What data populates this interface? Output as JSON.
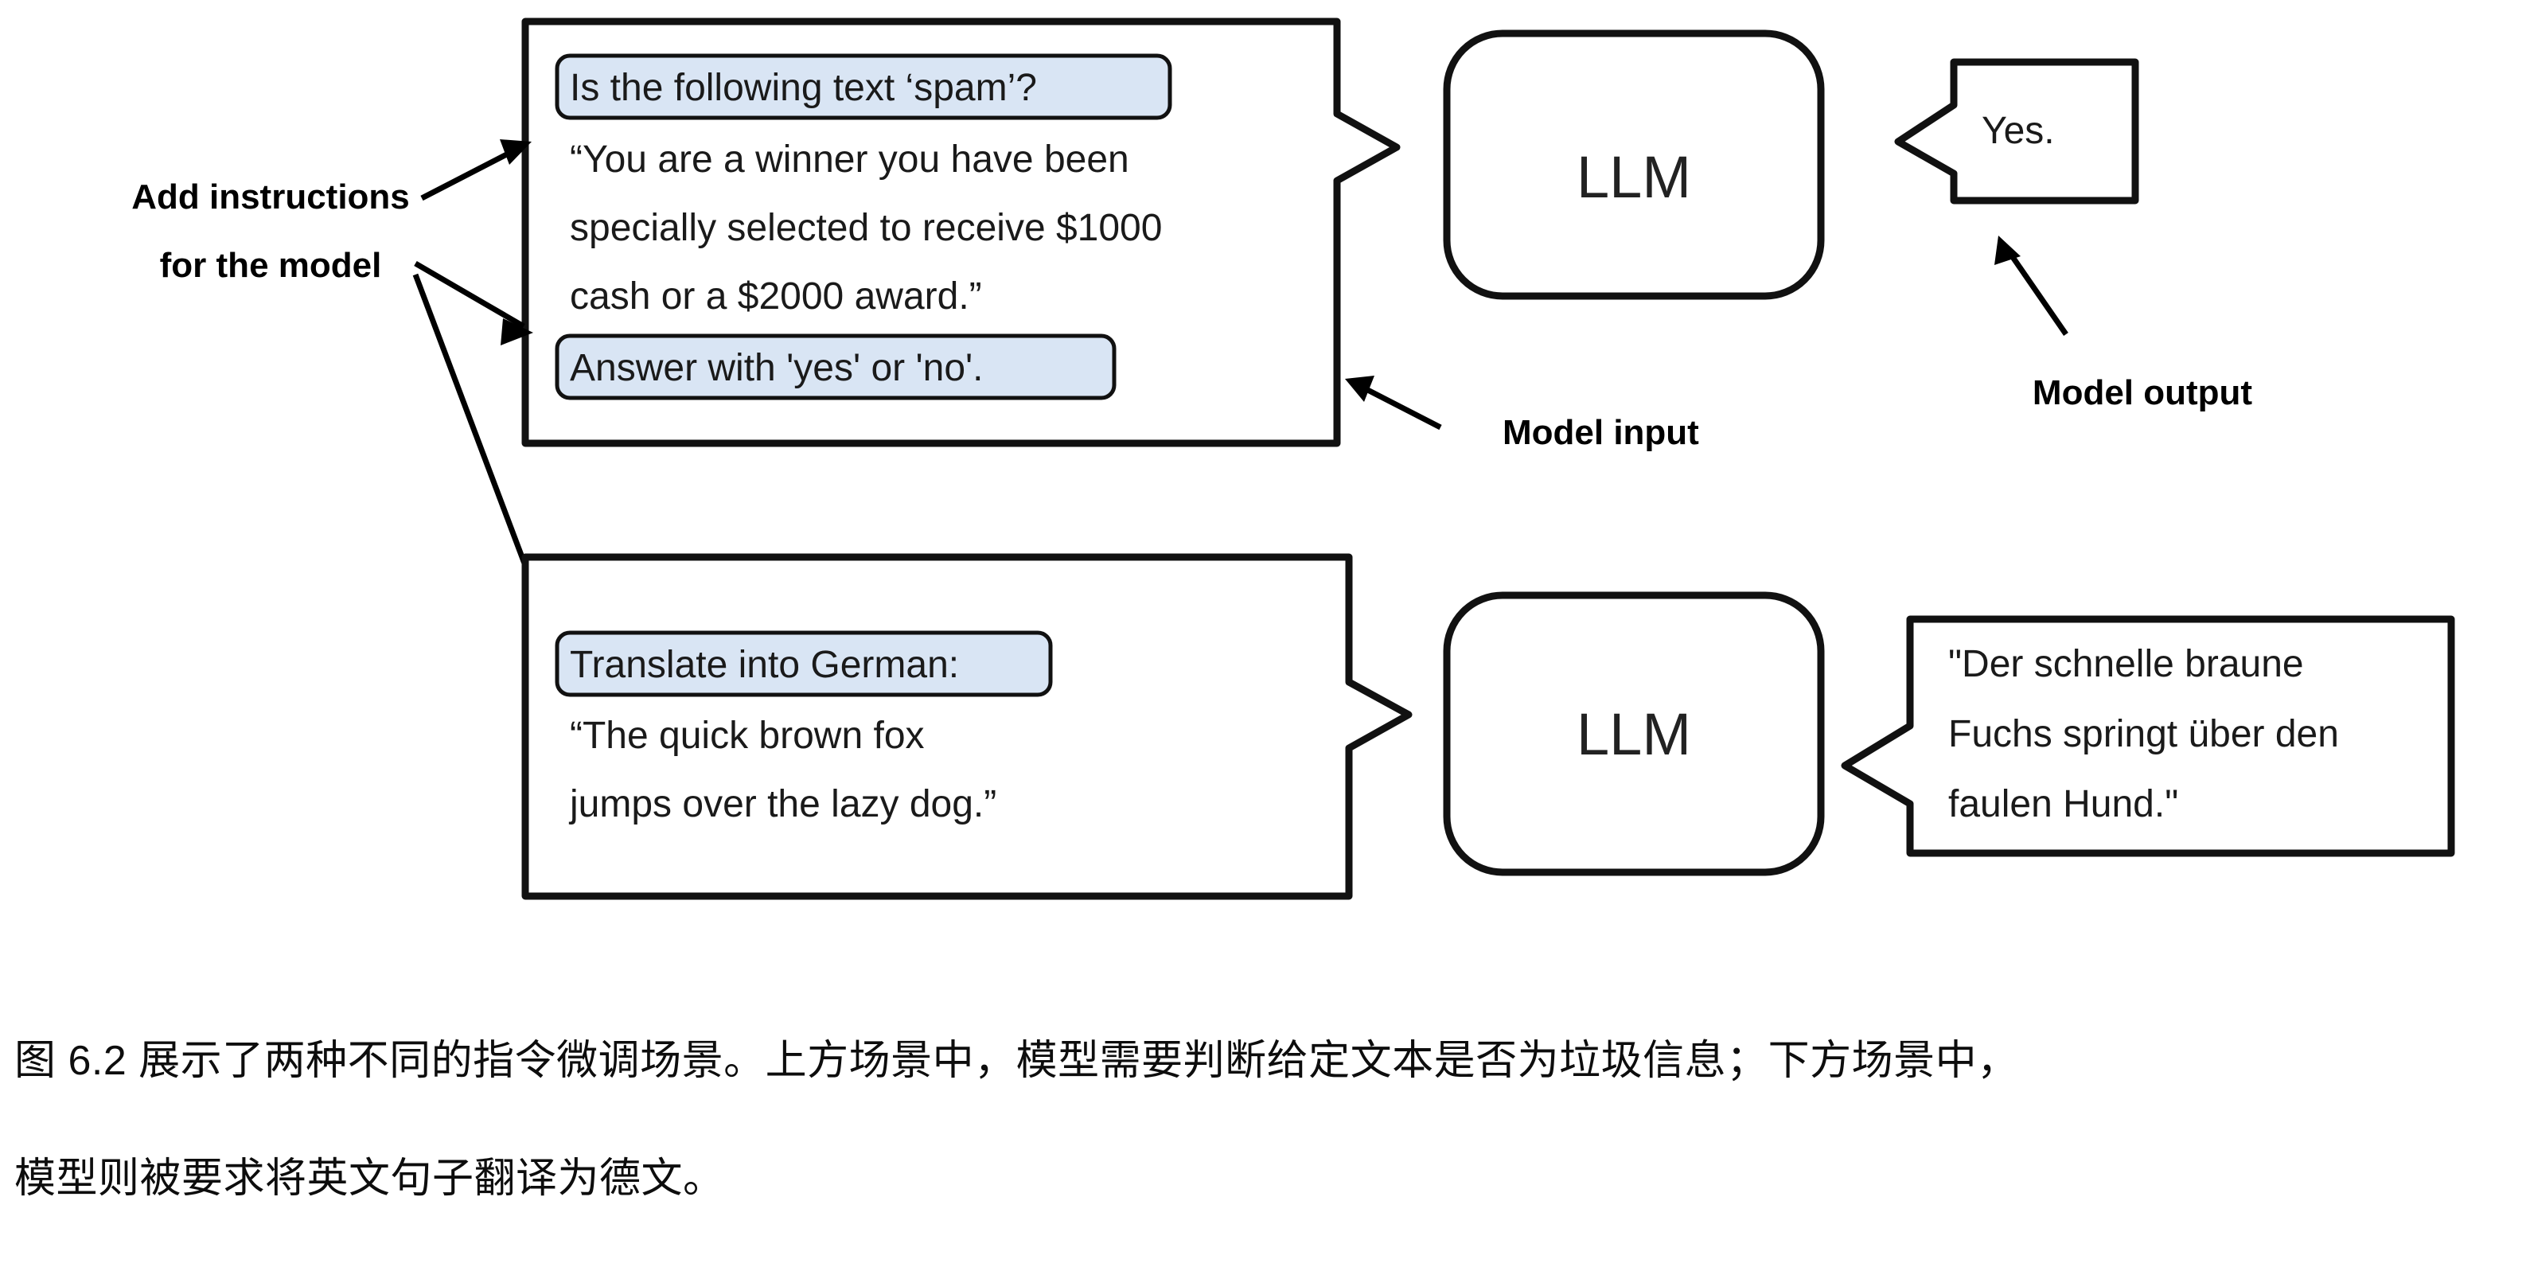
{
  "figure": {
    "title_visible": false,
    "annotations": {
      "add_instructions_line1": "Add instructions",
      "add_instructions_line2": "for the model",
      "model_input": "Model input",
      "model_output": "Model output"
    },
    "scenarios": [
      {
        "id": "spam-classification",
        "input_box": {
          "instruction_pill": "Is the following text ‘spam’?",
          "body_lines": [
            "“You are a winner you have been",
            "specially selected to receive $1000",
            "cash or a $2000 award.”"
          ],
          "answer_pill": "Answer with 'yes' or 'no'."
        },
        "model": {
          "label": "LLM"
        },
        "output_bubble": {
          "lines": [
            "Yes."
          ]
        }
      },
      {
        "id": "german-translation",
        "input_box": {
          "instruction_pill": "Translate into German:",
          "body_lines": [
            "“The quick brown fox",
            "jumps over the lazy dog.”"
          ],
          "answer_pill": null
        },
        "model": {
          "label": "LLM"
        },
        "output_bubble": {
          "lines": [
            "\"Der schnelle braune",
            "Fuchs springt über den",
            "faulen Hund.\""
          ]
        }
      }
    ],
    "colors": {
      "pill_fill": "#d9e5f4",
      "pill_stroke": "#111111",
      "box_stroke": "#111111",
      "page_background": "#ffffff",
      "text": "#1a1a1a"
    }
  },
  "caption": {
    "line1": "图 6.2 展示了两种不同的指令微调场景。上方场景中，模型需要判断给定文本是否为垃圾信息；下方场景中，",
    "line2": "模型则被要求将英文句子翻译为德文。"
  }
}
